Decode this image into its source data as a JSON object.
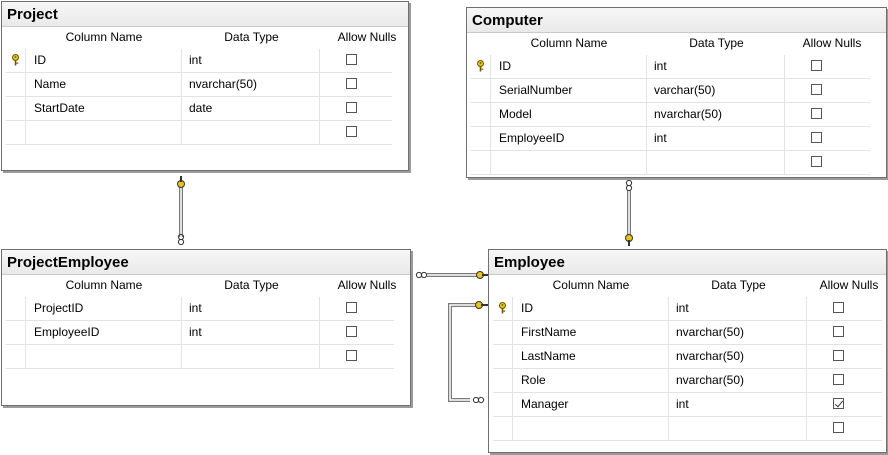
{
  "headers": {
    "column_name": "Column Name",
    "data_type": "Data Type",
    "allow_nulls": "Allow Nulls"
  },
  "tables": {
    "project": {
      "title": "Project",
      "rows": [
        {
          "name": "ID",
          "type": "int",
          "pk": true,
          "nullable": false
        },
        {
          "name": "Name",
          "type": "nvarchar(50)",
          "pk": false,
          "nullable": false
        },
        {
          "name": "StartDate",
          "type": "date",
          "pk": false,
          "nullable": false
        },
        {
          "name": "",
          "type": "",
          "pk": false,
          "nullable": false
        }
      ]
    },
    "computer": {
      "title": "Computer",
      "rows": [
        {
          "name": "ID",
          "type": "int",
          "pk": true,
          "nullable": false
        },
        {
          "name": "SerialNumber",
          "type": "varchar(50)",
          "pk": false,
          "nullable": false
        },
        {
          "name": "Model",
          "type": "nvarchar(50)",
          "pk": false,
          "nullable": false
        },
        {
          "name": "EmployeeID",
          "type": "int",
          "pk": false,
          "nullable": false
        },
        {
          "name": "",
          "type": "",
          "pk": false,
          "nullable": false
        }
      ]
    },
    "projectemployee": {
      "title": "ProjectEmployee",
      "rows": [
        {
          "name": "ProjectID",
          "type": "int",
          "pk": false,
          "nullable": false
        },
        {
          "name": "EmployeeID",
          "type": "int",
          "pk": false,
          "nullable": false
        },
        {
          "name": "",
          "type": "",
          "pk": false,
          "nullable": false
        }
      ]
    },
    "employee": {
      "title": "Employee",
      "rows": [
        {
          "name": "ID",
          "type": "int",
          "pk": true,
          "nullable": false
        },
        {
          "name": "FirstName",
          "type": "nvarchar(50)",
          "pk": false,
          "nullable": false
        },
        {
          "name": "LastName",
          "type": "nvarchar(50)",
          "pk": false,
          "nullable": false
        },
        {
          "name": "Role",
          "type": "nvarchar(50)",
          "pk": false,
          "nullable": false
        },
        {
          "name": "Manager",
          "type": "int",
          "pk": false,
          "nullable": true
        },
        {
          "name": "",
          "type": "",
          "pk": false,
          "nullable": false
        }
      ]
    }
  },
  "relationships": [
    {
      "from": "projectemployee",
      "to": "project",
      "one_end": "project"
    },
    {
      "from": "computer",
      "to": "employee",
      "one_end": "employee"
    },
    {
      "from": "projectemployee",
      "to": "employee",
      "one_end": "employee"
    },
    {
      "from": "employee",
      "to": "employee",
      "one_end": "employee"
    }
  ],
  "colors": {
    "key": "#e8c41a",
    "line": "#7a7a7a",
    "connector": "#3a3a3a"
  }
}
